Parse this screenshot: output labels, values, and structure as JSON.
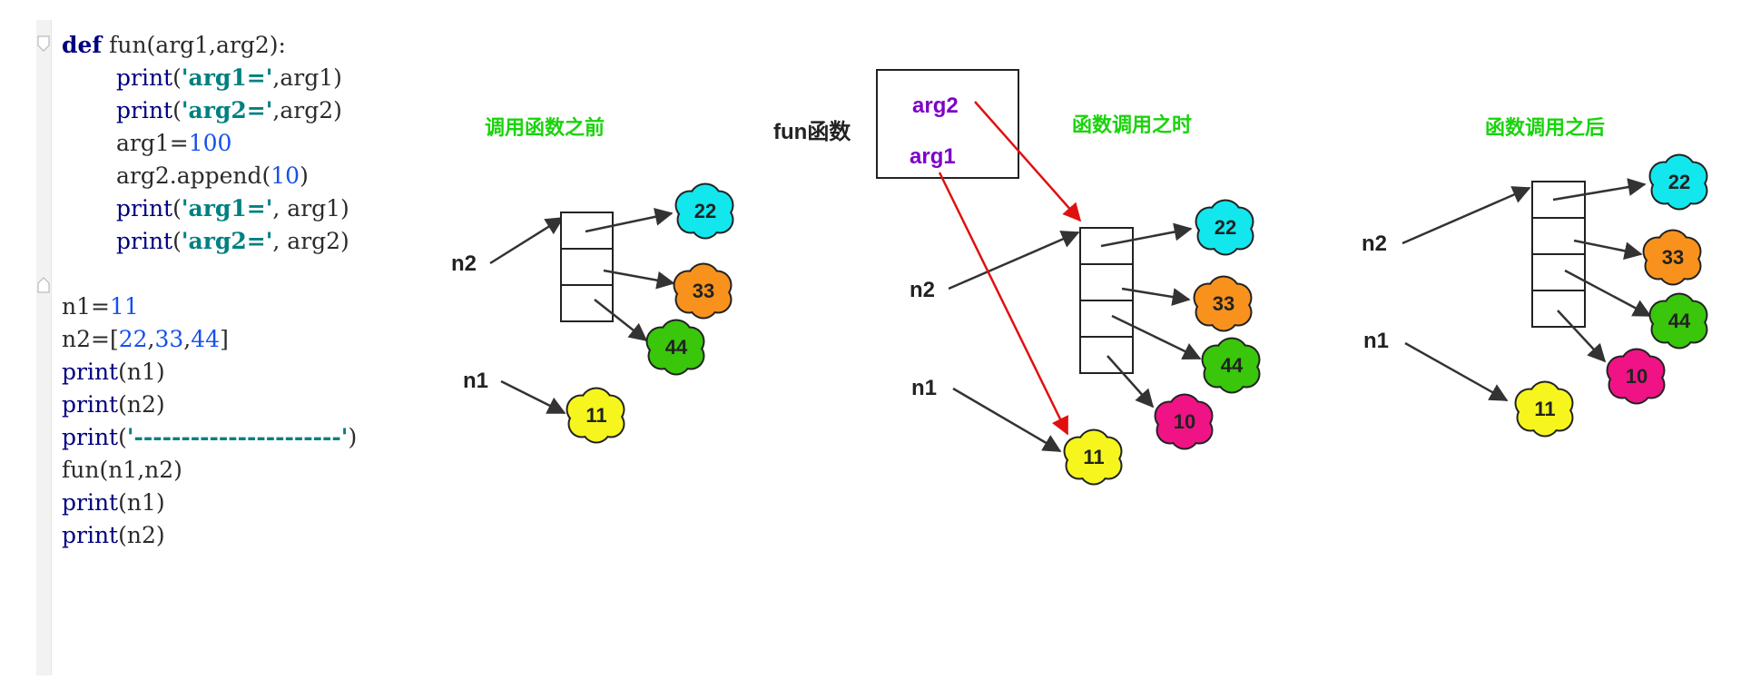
{
  "code": {
    "lines": [
      {
        "tokens": [
          {
            "t": "def",
            "c": "kw"
          },
          {
            "t": " fun(arg1,arg2):",
            "c": "plain"
          }
        ],
        "indent": 0
      },
      {
        "tokens": [
          {
            "t": "print",
            "c": "fnc"
          },
          {
            "t": "(",
            "c": "plain"
          },
          {
            "t": "'arg1='",
            "c": "str"
          },
          {
            "t": ",arg1)",
            "c": "plain"
          }
        ],
        "indent": 1
      },
      {
        "tokens": [
          {
            "t": "print",
            "c": "fnc"
          },
          {
            "t": "(",
            "c": "plain"
          },
          {
            "t": "'arg2='",
            "c": "str"
          },
          {
            "t": ",arg2)",
            "c": "plain"
          }
        ],
        "indent": 1
      },
      {
        "tokens": [
          {
            "t": "arg1=",
            "c": "plain"
          },
          {
            "t": "100",
            "c": "num"
          }
        ],
        "indent": 1
      },
      {
        "tokens": [
          {
            "t": "arg2.append(",
            "c": "plain"
          },
          {
            "t": "10",
            "c": "num"
          },
          {
            "t": ")",
            "c": "plain"
          }
        ],
        "indent": 1
      },
      {
        "tokens": [
          {
            "t": "print",
            "c": "fnc"
          },
          {
            "t": "(",
            "c": "plain"
          },
          {
            "t": "'arg1='",
            "c": "str"
          },
          {
            "t": ", arg1)",
            "c": "plain"
          }
        ],
        "indent": 1
      },
      {
        "tokens": [
          {
            "t": "print",
            "c": "fnc"
          },
          {
            "t": "(",
            "c": "plain"
          },
          {
            "t": "'arg2='",
            "c": "str"
          },
          {
            "t": ", arg2)",
            "c": "plain"
          }
        ],
        "indent": 1
      },
      {
        "tokens": [],
        "indent": 0
      },
      {
        "tokens": [
          {
            "t": "n1=",
            "c": "plain"
          },
          {
            "t": "11",
            "c": "num"
          }
        ],
        "indent": 0
      },
      {
        "tokens": [
          {
            "t": "n2=[",
            "c": "plain"
          },
          {
            "t": "22",
            "c": "num"
          },
          {
            "t": ",",
            "c": "plain"
          },
          {
            "t": "33",
            "c": "num"
          },
          {
            "t": ",",
            "c": "plain"
          },
          {
            "t": "44",
            "c": "num"
          },
          {
            "t": "]",
            "c": "plain"
          }
        ],
        "indent": 0
      },
      {
        "tokens": [
          {
            "t": "print",
            "c": "fnc"
          },
          {
            "t": "(n1)",
            "c": "plain"
          }
        ],
        "indent": 0
      },
      {
        "tokens": [
          {
            "t": "print",
            "c": "fnc"
          },
          {
            "t": "(n2)",
            "c": "plain"
          }
        ],
        "indent": 0
      },
      {
        "tokens": [
          {
            "t": "print",
            "c": "fnc"
          },
          {
            "t": "(",
            "c": "plain"
          },
          {
            "t": "'----------------------'",
            "c": "str"
          },
          {
            "t": ")",
            "c": "plain"
          }
        ],
        "indent": 0
      },
      {
        "tokens": [
          {
            "t": "fun(n1,n2)",
            "c": "plain"
          }
        ],
        "indent": 0
      },
      {
        "tokens": [
          {
            "t": "print",
            "c": "fnc"
          },
          {
            "t": "(n1)",
            "c": "plain"
          }
        ],
        "indent": 0
      },
      {
        "tokens": [
          {
            "t": "print",
            "c": "fnc"
          },
          {
            "t": "(n2)",
            "c": "plain"
          }
        ],
        "indent": 0
      }
    ]
  },
  "diagram": {
    "before": {
      "title": "调用函数之前",
      "n1": "n1",
      "n2": "n2",
      "values": [
        "22",
        "33",
        "44"
      ],
      "n1_value": "11"
    },
    "during": {
      "title": "函数调用之时",
      "fun_label": "fun函数",
      "arg2": "arg2",
      "arg1": "arg1",
      "n1": "n1",
      "n2": "n2",
      "values": [
        "22",
        "33",
        "44",
        "10"
      ],
      "n1_value": "11"
    },
    "after": {
      "title": "函数调用之后",
      "n1": "n1",
      "n2": "n2",
      "values": [
        "22",
        "33",
        "44",
        "10"
      ],
      "n1_value": "11"
    },
    "colors": {
      "title": "#19d30b",
      "arg": "#7e00c8",
      "red_arrow": "#e01010",
      "c22": "#12e7ee",
      "c33": "#f8921d",
      "c44": "#39c60b",
      "c10": "#f01385",
      "c11": "#f6f61e"
    }
  }
}
